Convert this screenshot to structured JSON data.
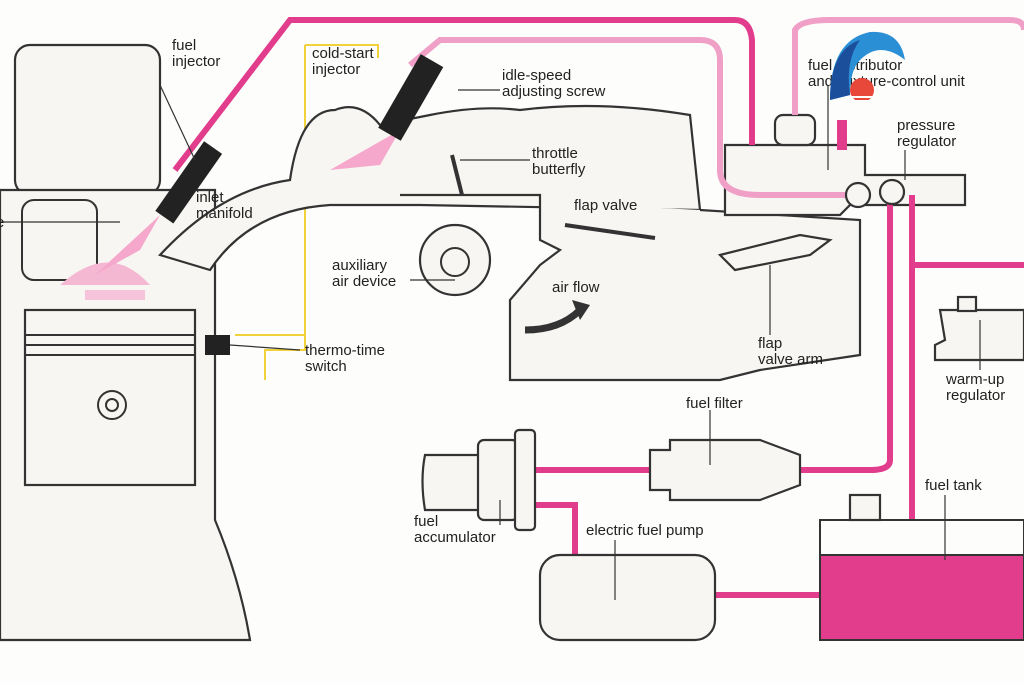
{
  "labels": {
    "fuel_injector": [
      "fuel",
      "injector"
    ],
    "cold_start_injector": [
      "cold-start",
      "injector"
    ],
    "idle_speed_screw": [
      "idle-speed",
      "adjusting screw"
    ],
    "fuel_distributor": [
      "fuel distributor",
      "and mixture-control unit"
    ],
    "pressure_regulator": [
      "pressure",
      "regulator"
    ],
    "throttle_butterfly": [
      "throttle",
      "butterfly"
    ],
    "inlet_manifold": [
      "inlet",
      "manifold"
    ],
    "flap_valve": "flap valve",
    "auxiliary_air_device": [
      "auxiliary",
      "air device"
    ],
    "air_flow": "air flow",
    "thermo_time_switch": [
      "thermo-time",
      "switch"
    ],
    "flap_valve_arm": [
      "flap",
      "valve arm"
    ],
    "warm_up_regulator": [
      "warm-up",
      "regulator"
    ],
    "fuel_filter": "fuel filter",
    "fuel_tank": "fuel tank",
    "fuel_accumulator": [
      "fuel",
      "accumulator"
    ],
    "electric_fuel_pump": "electric fuel pump",
    "left_edge_fragment": "e"
  },
  "colors": {
    "fuel_line": "#e23c8c",
    "return_line": "#f0a0c6",
    "spray": "#f5a8cc",
    "wiring": "#f2d23a",
    "outline": "#333333"
  }
}
